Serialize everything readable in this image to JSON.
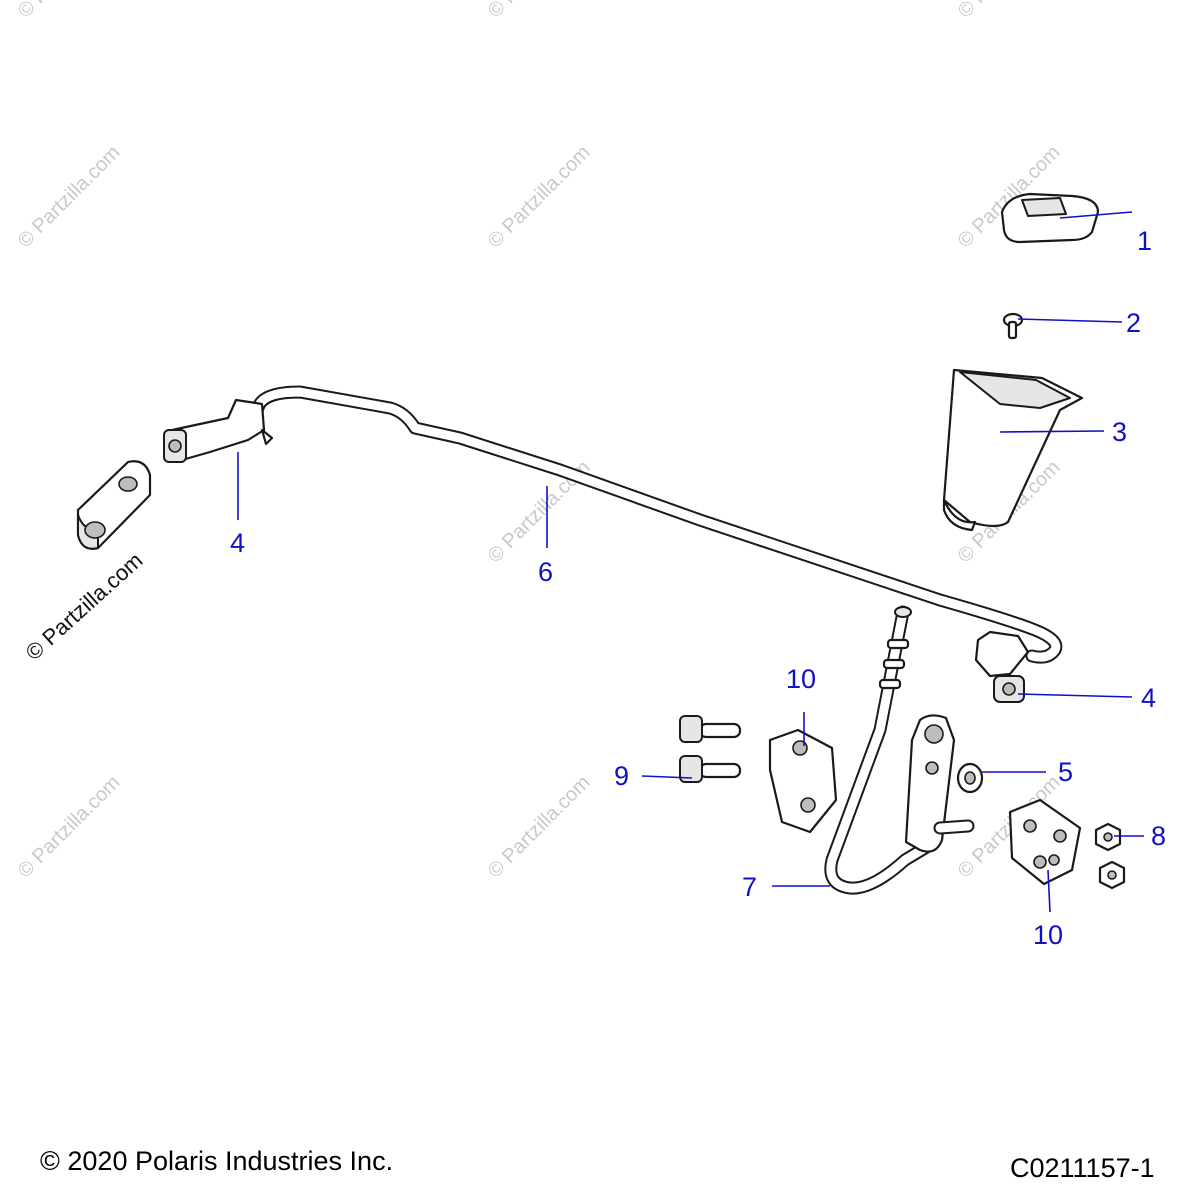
{
  "watermark": {
    "text": "© Partzilla.com"
  },
  "callouts": {
    "c1": "1",
    "c2": "2",
    "c3": "3",
    "c4a": "4",
    "c4b": "4",
    "c5": "5",
    "c6": "6",
    "c7": "7",
    "c8": "8",
    "c9": "9",
    "c10a": "10",
    "c10b": "10"
  },
  "footer": {
    "copyright": "© 2020 Polaris Industries Inc.",
    "drawing_id": "C0211157-1"
  },
  "colors": {
    "callout": "#1010c8",
    "line_art": "#1a1a1a",
    "watermark": "#c9c9c9"
  }
}
